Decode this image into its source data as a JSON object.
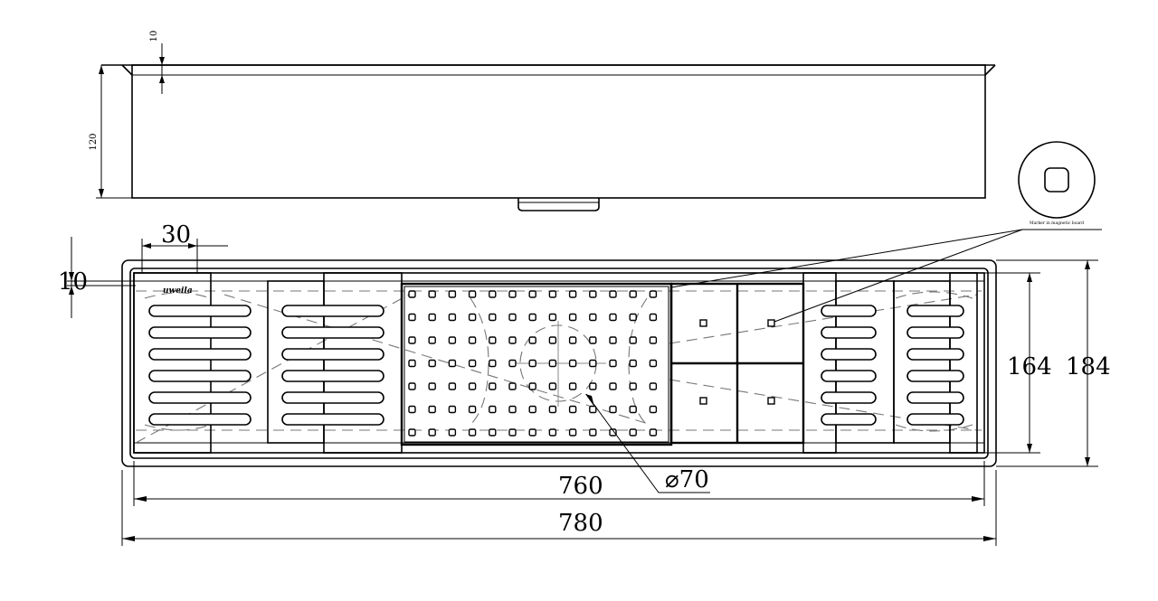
{
  "drawing": {
    "side_view": {
      "dims": {
        "flange": "10",
        "depth": "120"
      }
    },
    "top_view": {
      "dims": {
        "rim_width": "30",
        "rim_offset": "10",
        "inner_width": "164",
        "outer_width": "184",
        "inner_length": "760",
        "outer_length": "780",
        "drain_diameter": "⌀70"
      },
      "logo_text": "uweila"
    },
    "detail_view": {
      "note": "Marker in magnetic board"
    }
  }
}
